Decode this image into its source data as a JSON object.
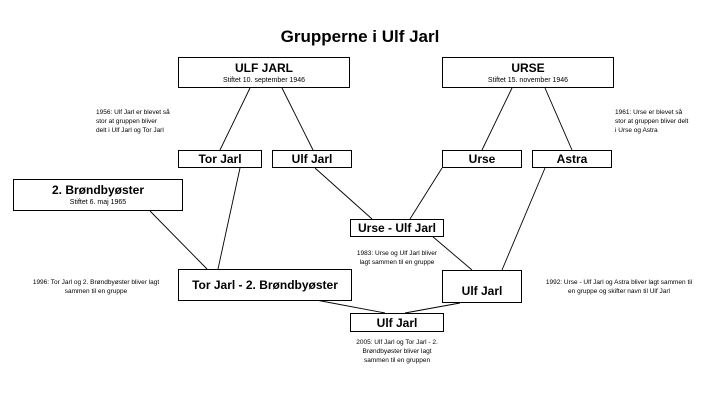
{
  "title": "Grupperne i Ulf Jarl",
  "boxes": {
    "ulf_jarl_top": {
      "name": "ULF JARL",
      "sub": "Stiftet 10. september 1946"
    },
    "urse_top": {
      "name": "URSE",
      "sub": "Stiftet 15. november 1946"
    },
    "tor_jarl": {
      "name": "Tor Jarl"
    },
    "ulf_jarl_mid": {
      "name": "Ulf Jarl"
    },
    "urse_mid": {
      "name": "Urse"
    },
    "astra": {
      "name": "Astra"
    },
    "brondbyoster": {
      "name": "2. Brøndbyøster",
      "sub": "Stiftet 6. maj 1965"
    },
    "urse_ulf_jarl": {
      "name": "Urse - Ulf Jarl"
    },
    "tor_jarl_brondbyoster": {
      "name": "Tor Jarl - 2. Brøndbyøster"
    },
    "ulf_jarl_right": {
      "name": "Ulf Jarl"
    },
    "ulf_jarl_bottom": {
      "name": "Ulf Jarl"
    }
  },
  "notes": {
    "n1956": [
      "1956: Ulf Jarl er blevet så",
      "stor at gruppen bliver",
      "delt i Ulf Jarl og Tor Jarl"
    ],
    "n1961": [
      "1961: Urse er blevet så",
      "stor at gruppen bliver delt",
      "i Urse og Astra"
    ],
    "n1983": [
      "1983: Urse og Ulf Jarl bliver",
      "lagt sammen til en gruppe"
    ],
    "n1996": [
      "1996: Tor Jarl og 2. Brøndbyøster bliver lagt",
      "sammen til en gruppe"
    ],
    "n1992": [
      "1992: Urse - Ulf Jarl og Astra bliver lagt sammen til",
      "en gruppe og skifter navn til Ulf Jarl"
    ],
    "n2005": [
      "2005: Ulf Jarl og Tor Jarl - 2.",
      "Brøndbyøster bliver lagt",
      "sammen til en gruppen"
    ]
  }
}
